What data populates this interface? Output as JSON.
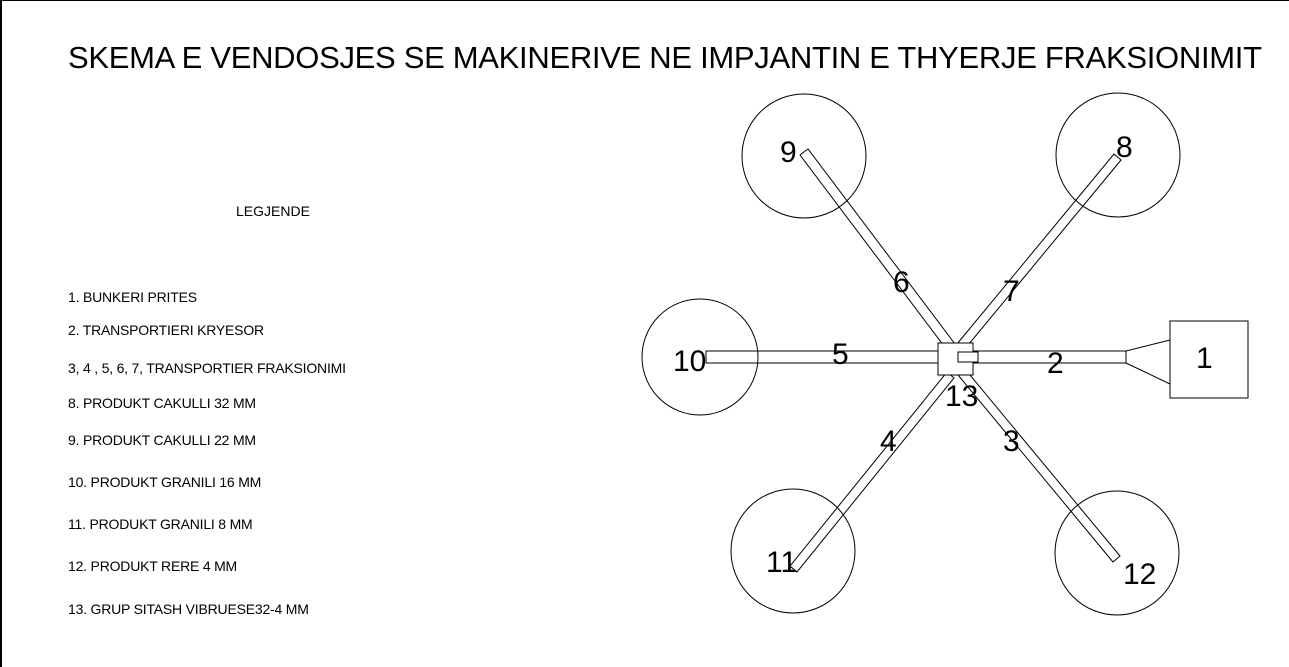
{
  "title": "SKEMA E VENDOSJES SE MAKINERIVE NE IMPJANTIN E THYERJE FRAKSIONIMIT",
  "legend": {
    "heading": "LEGJENDE",
    "items": [
      "1. BUNKERI PRITES",
      "2. TRANSPORTIERI KRYESOR",
      "3, 4 , 5, 6, 7, TRANSPORTIER FRAKSIONIMI",
      "8. PRODUKT CAKULLI 32 MM",
      "9. PRODUKT CAKULLI 22 MM",
      "10. PRODUKT GRANILI 16 MM",
      "11. PRODUKT GRANILI 8 MM",
      "12. PRODUKT RERE 4 MM",
      "13. GRUP SITASH VIBRUESE32-4 MM"
    ]
  },
  "diagram": {
    "bunker_label": "1",
    "screen_label": "13",
    "piles": [
      "8",
      "9",
      "10",
      "11",
      "12"
    ],
    "conveyors": [
      "2",
      "3",
      "4",
      "5",
      "6",
      "7"
    ]
  }
}
